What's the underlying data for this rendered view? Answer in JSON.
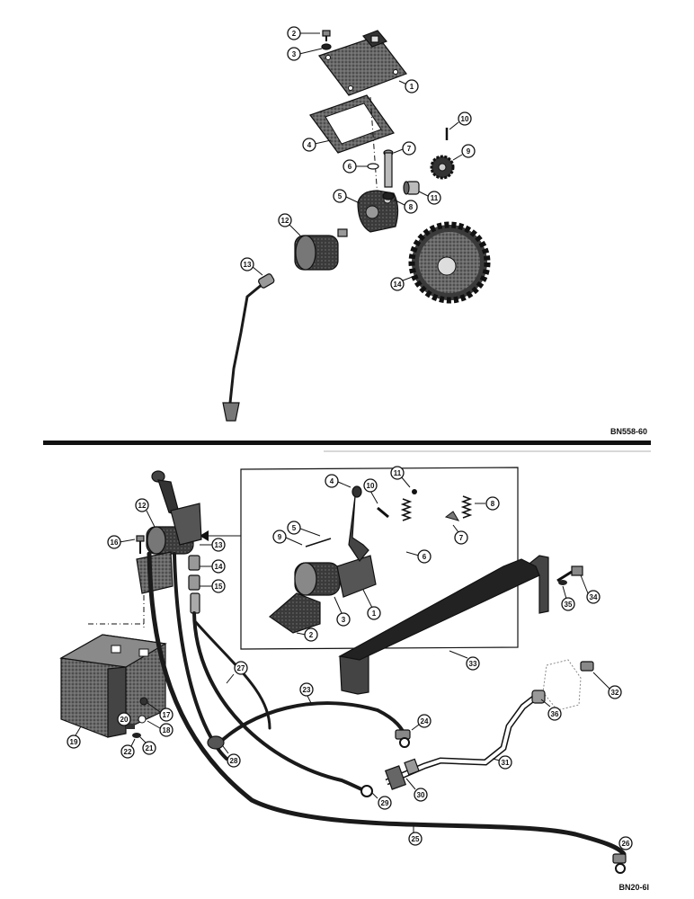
{
  "upper_diagram": {
    "code": "BN558-60",
    "callouts": [
      "1",
      "2",
      "3",
      "4",
      "5",
      "6",
      "7",
      "8",
      "9",
      "10",
      "11",
      "12",
      "13",
      "14"
    ]
  },
  "lower_diagram": {
    "code": "BN20-6I",
    "callouts": [
      "1",
      "2",
      "3",
      "4",
      "5",
      "6",
      "7",
      "8",
      "9",
      "10",
      "11",
      "12",
      "13",
      "14",
      "15",
      "16",
      "17",
      "18",
      "19",
      "20",
      "21",
      "22",
      "23",
      "24",
      "25",
      "26",
      "27",
      "28",
      "29",
      "30",
      "31",
      "32",
      "33",
      "34",
      "35",
      "36"
    ]
  },
  "colors": {
    "ink": "#111111",
    "paper": "#ffffff",
    "shade": "#555555"
  }
}
